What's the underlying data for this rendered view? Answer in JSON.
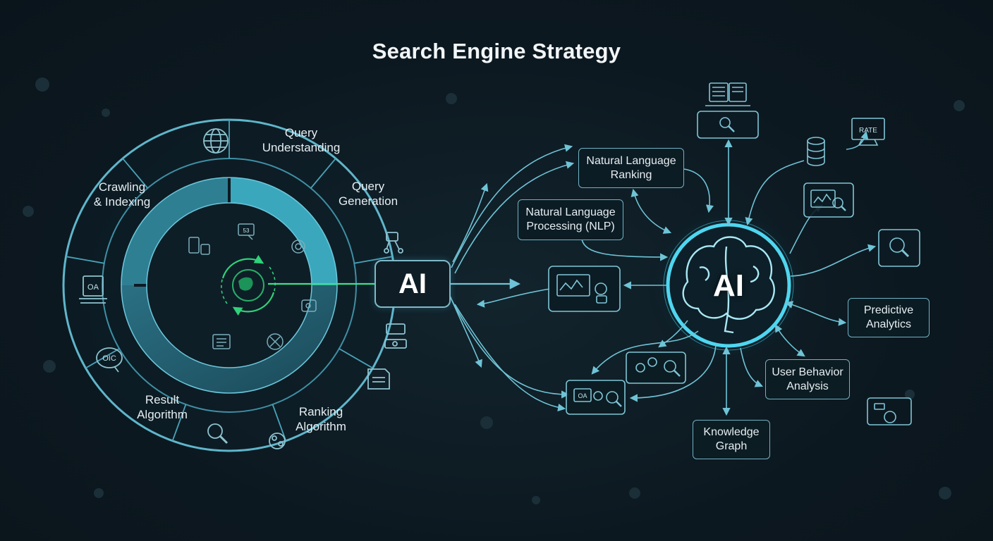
{
  "title": "Search Engine Strategy",
  "wheel": {
    "segments": [
      {
        "label_lines": [
          "Query",
          "Understanding"
        ],
        "icon": "globe-icon"
      },
      {
        "label_lines": [
          "Query",
          "Generation"
        ],
        "icon": "network-icon"
      },
      {
        "label_lines": [
          "",
          ""
        ],
        "icon": "flowchart-icon"
      },
      {
        "label_lines": [
          "",
          ""
        ],
        "icon": "document-icon"
      },
      {
        "label_lines": [
          "Ranking",
          "Algorithm"
        ],
        "icon": "gear-icon"
      },
      {
        "label_lines": [
          "Result",
          "Algorithm"
        ],
        "icon": "search-icon"
      },
      {
        "label_lines": [
          "",
          ""
        ],
        "icon": "chat-bubble-icon"
      },
      {
        "label_lines": [
          "",
          ""
        ],
        "icon": "document-stack-icon"
      },
      {
        "label_lines": [
          "Crawling",
          "& Indexing"
        ],
        "icon": "crawler-icon"
      }
    ],
    "icon_text": {
      "doc": "OA",
      "chat": "OIC",
      "tag": "53"
    },
    "center_icon": "refresh-globe-icon"
  },
  "ai_label": "AI",
  "hub": {
    "label": "AI",
    "icon": "brain-icon"
  },
  "nodes": {
    "nl_ranking": [
      "Natural Language",
      "Ranking"
    ],
    "nlp": [
      "Natural Language",
      "Processing (NLP)"
    ],
    "predictive": [
      "Predictive",
      "Analytics"
    ],
    "user_behavior": [
      "User Behavior",
      "Analysis"
    ],
    "knowledge_graph": [
      "Knowledge",
      "Graph"
    ]
  },
  "icon_boxes": {
    "chart_box": "chart-analysis-icon",
    "magnify_box": "magnify-icon",
    "server_box": "server-search-icon",
    "small_search": "search-icon",
    "dashboard": "dashboard-icon",
    "target_search": "target-search-icon",
    "screen_search": "screen-search-icon"
  },
  "icon_text": {
    "monitor": "RATE",
    "small_screen": "OA"
  },
  "colors": {
    "accent": "#5ec8de",
    "glow": "#3fd2ef",
    "green": "#2fd27a",
    "background": "#0d1a22"
  }
}
